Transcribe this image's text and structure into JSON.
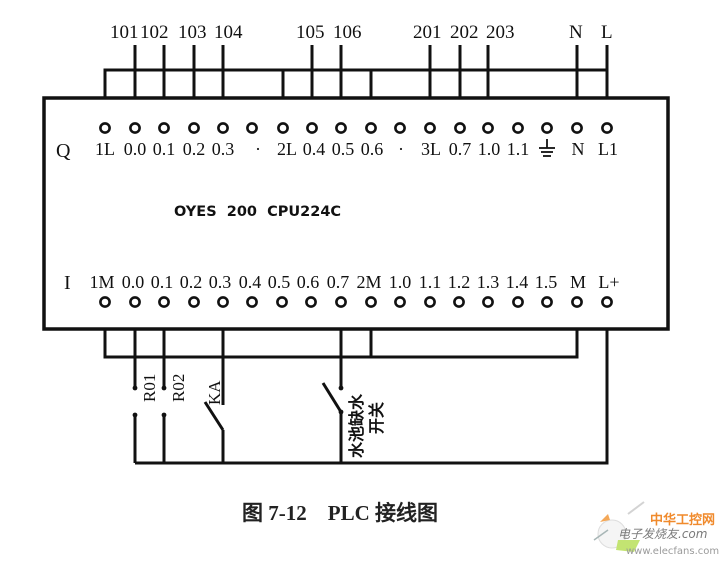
{
  "diagram": {
    "model_label": "OYES  200  CPU224C",
    "caption": "图 7-12    PLC 接线图",
    "output_row": {
      "row_label": "Q",
      "terminals": [
        "1L",
        "0.0",
        "0.1",
        "0.2",
        "0.3",
        "·",
        "2L",
        "0.4",
        "0.5",
        "0.6",
        "·",
        "3L",
        "0.7",
        "1.0",
        "1.1",
        "⏚",
        "N",
        "L1"
      ]
    },
    "input_row": {
      "row_label": "I",
      "terminals": [
        "1M",
        "0.0",
        "0.1",
        "0.2",
        "0.3",
        "0.4",
        "0.5",
        "0.6",
        "0.7",
        "2M",
        "1.0",
        "1.1",
        "1.2",
        "1.3",
        "1.4",
        "1.5",
        "M",
        "L+"
      ]
    },
    "output_wires": [
      {
        "label": "101",
        "terminal": "Q0.0"
      },
      {
        "label": "102",
        "terminal": "Q0.1"
      },
      {
        "label": "103",
        "terminal": "Q0.2"
      },
      {
        "label": "104",
        "terminal": "Q0.3"
      },
      {
        "label": "105",
        "terminal": "Q0.4"
      },
      {
        "label": "106",
        "terminal": "Q0.5"
      },
      {
        "label": "201",
        "terminal": "3L"
      },
      {
        "label": "202",
        "terminal": "Q0.7"
      },
      {
        "label": "203",
        "terminal": "Q1.0"
      },
      {
        "label": "N",
        "terminal": "N"
      },
      {
        "label": "L",
        "terminal": "L1"
      }
    ],
    "input_devices": [
      {
        "label": "R01",
        "terminal": "I0.0",
        "type": "contact"
      },
      {
        "label": "R02",
        "terminal": "I0.1",
        "type": "contact"
      },
      {
        "label": "KA",
        "terminal": "I0.3",
        "type": "switch"
      },
      {
        "label": "水池缺水开关",
        "label_line1": "水池缺水",
        "label_line2": "开关",
        "terminal": "I0.7",
        "type": "switch"
      }
    ],
    "watermark": {
      "line1": "中华工控网",
      "line2": "电子发烧友.com",
      "line3": "www.elecfans.com"
    }
  }
}
